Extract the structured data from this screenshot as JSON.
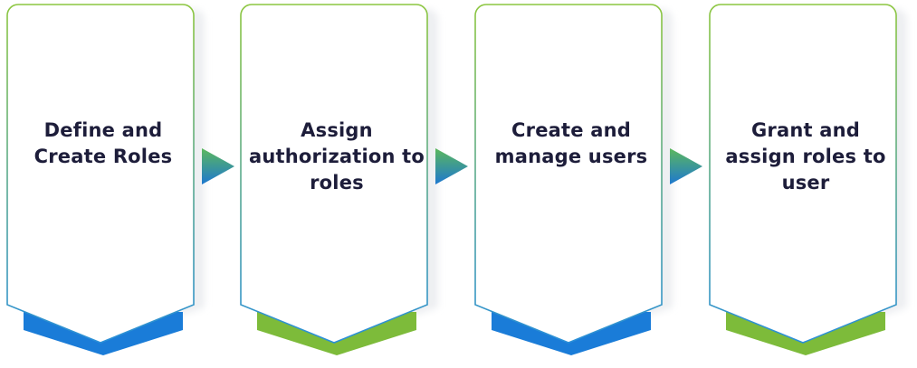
{
  "steps": [
    {
      "label": "Define and Create Roles",
      "accent": "#1a7cd8"
    },
    {
      "label": "Assign authorization to roles",
      "accent": "#7dbb3a"
    },
    {
      "label": "Create and manage users",
      "accent": "#1a7cd8"
    },
    {
      "label": "Grant and assign roles to user",
      "accent": "#7dbb3a"
    }
  ],
  "colors": {
    "card_border_top": "#8cc63f",
    "card_border_bottom": "#2a8fd8",
    "connector_top": "#5cb85c",
    "connector_bottom": "#1e78d0",
    "text": "#1d1d3a"
  }
}
